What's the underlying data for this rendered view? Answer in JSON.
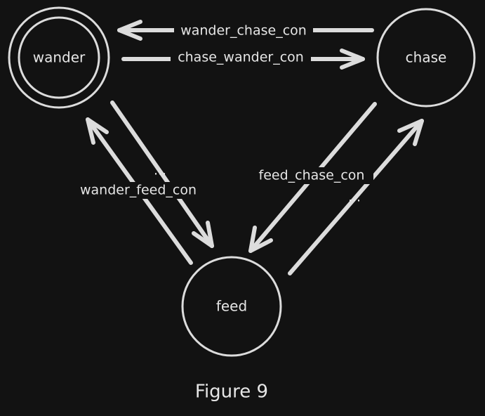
{
  "nodes": {
    "wander": {
      "label": "wander",
      "initial": true
    },
    "chase": {
      "label": "chase"
    },
    "feed": {
      "label": "feed"
    }
  },
  "edges": {
    "wander_chase": {
      "label": "wander_chase_con"
    },
    "chase_wander": {
      "label": "chase_wander_con"
    },
    "wander_feed": {
      "label": "wander_feed_con"
    },
    "feed_wander": {
      "label": "..."
    },
    "feed_chase": {
      "label": "feed_chase_con"
    },
    "chase_feed": {
      "label": "..."
    }
  },
  "caption": "Figure 9",
  "colors": {
    "background": "#121212",
    "stroke": "#dcdcdc",
    "text": "#e6e6e6"
  }
}
